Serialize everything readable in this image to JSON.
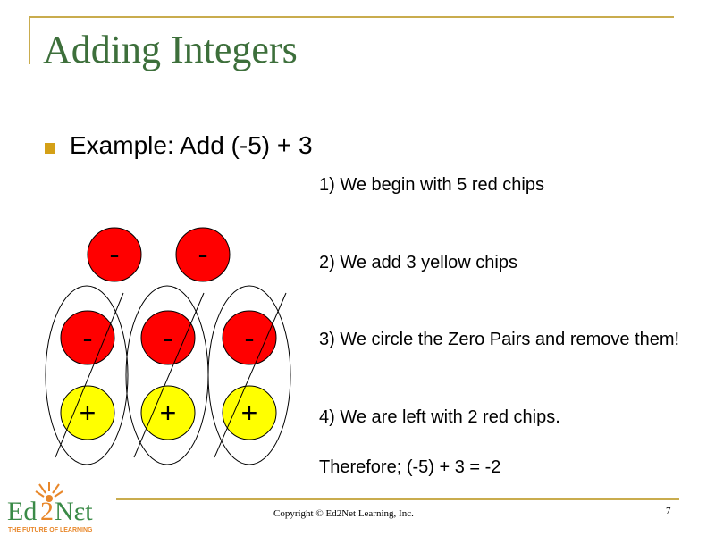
{
  "slide": {
    "title": "Adding Integers",
    "bullet": "Example: Add (-5) + 3",
    "steps": [
      "1) We begin with 5 red chips",
      "2) We add 3 yellow chips",
      "3) We circle the Zero Pairs and remove them!",
      "4) We are left with 2 red chips."
    ],
    "conclusion": "Therefore; (-5) + 3 = -2",
    "footer": "Copyright © Ed2Net Learning, Inc.",
    "page_number": "7"
  },
  "chips": {
    "negative_symbol": "-",
    "positive_symbol": "+",
    "red_color": "#ff0000",
    "yellow_color": "#ffff00",
    "remaining_red_count": 2,
    "zero_pair_count": 3
  },
  "logo": {
    "text_ed": "Ed",
    "text_two": "2",
    "text_net": "Nεt",
    "tagline": "THE FUTURE OF LEARNING"
  },
  "colors": {
    "title": "#3d6f3b",
    "frame": "#c9ac4e",
    "bullet": "#d4a017",
    "logo_green": "#3a8a47",
    "logo_orange": "#e8872a"
  }
}
